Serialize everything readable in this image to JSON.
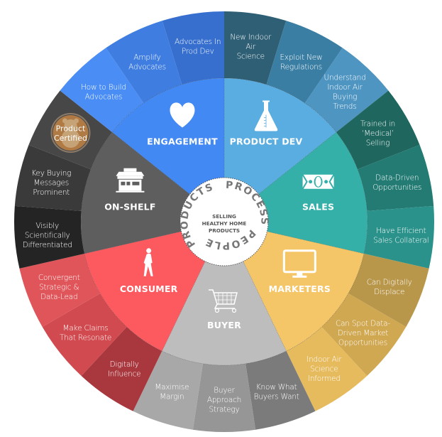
{
  "hub": {
    "center_lines": [
      "SELLING",
      "HEALTHY HOME",
      "PRODUCTS"
    ],
    "ring_words": {
      "top_left": "PRODUCTS",
      "top_right": "PROCESS",
      "bottom": "PEOPLE"
    }
  },
  "segments": [
    {
      "id": "product-dev",
      "title": "PRODUCT DEV",
      "icon": "flask-icon",
      "inner_color": "#5aade0",
      "outer": [
        {
          "label": [
            "New Indoor",
            "Air",
            "Science"
          ],
          "color": "#2f5f74"
        },
        {
          "label": [
            "Exploit New",
            "Regulations"
          ],
          "color": "#3b7ea3"
        },
        {
          "label": [
            "Understand",
            "Indoor Air",
            "Buying",
            "Trends"
          ],
          "color": "#4f95c2"
        }
      ]
    },
    {
      "id": "sales",
      "title": "SALES",
      "icon": "money-icon",
      "inner_color": "#35b0a8",
      "outer": [
        {
          "label": [
            "Trained in",
            "‘Medical’",
            "Selling"
          ],
          "color": "#1e665e"
        },
        {
          "label": [
            "Data-Driven",
            "Opportunities"
          ],
          "color": "#237b73"
        },
        {
          "label": [
            "Have Efficient",
            "Sales Collateral"
          ],
          "color": "#2a928a"
        }
      ]
    },
    {
      "id": "marketers",
      "title": "MARKETERS",
      "icon": "monitor-icon",
      "inner_color": "#f5c667",
      "outer": [
        {
          "label": [
            "Can Digitally",
            "Displace"
          ],
          "color": "#b8964a"
        },
        {
          "label": [
            "Can Spot Data-",
            "Driven Market",
            "Opportunities"
          ],
          "color": "#d0a852"
        },
        {
          "label": [
            "Indoor Air",
            "Science",
            "Informed"
          ],
          "color": "#e6bb5e"
        }
      ]
    },
    {
      "id": "buyer",
      "title": "BUYER",
      "icon": "shopping-cart-icon",
      "inner_color": "#bdbdbd",
      "outer": [
        {
          "label": [
            "Know What",
            "Buyers Want"
          ],
          "color": "#7b7b7b"
        },
        {
          "label": [
            "Buyer",
            "Approach",
            "Strategy"
          ],
          "color": "#969696"
        },
        {
          "label": [
            "Maximise",
            "Margin"
          ],
          "color": "#a8a8a8"
        }
      ]
    },
    {
      "id": "consumer",
      "title": "CONSUMER",
      "icon": "walking-person-icon",
      "inner_color": "#fd5a60",
      "outer": [
        {
          "label": [
            "Digitally",
            "Influence"
          ],
          "color": "#a8383e"
        },
        {
          "label": [
            "Make Claims",
            "That Resonate"
          ],
          "color": "#d14a4f"
        },
        {
          "label": [
            "Convergent",
            "Strategic &",
            "Data-Lead"
          ],
          "color": "#e0555a"
        }
      ]
    },
    {
      "id": "on-shelf",
      "title": "ON-SHELF",
      "icon": "storefront-icon",
      "inner_color": "#5e5e5e",
      "outer": [
        {
          "label": [
            "Visibly",
            "Scientifically",
            "Differentiated"
          ],
          "color": "#242424"
        },
        {
          "label": [
            "Key Buying",
            "Messages",
            "Prominent"
          ],
          "color": "#3a3a3a"
        },
        {
          "label": [
            "Product",
            "Certified"
          ],
          "color": "#474747",
          "badge": true
        }
      ]
    },
    {
      "id": "engagement",
      "title": "ENGAGEMENT",
      "icon": "heart-icon",
      "inner_color": "#4289f3",
      "outer": [
        {
          "label": [
            "How to Build",
            "Advocates"
          ],
          "color": "#4a8ef5"
        },
        {
          "label": [
            "Amplify",
            "Advocates"
          ],
          "color": "#3f7ee0"
        },
        {
          "label": [
            "Advocates In",
            "Prod Dev"
          ],
          "color": "#376fcf"
        }
      ]
    }
  ],
  "badge": {
    "ring_color": "#8a7a6a",
    "fill_color": "#b07a45",
    "icon": "teddy-bear-icon"
  }
}
